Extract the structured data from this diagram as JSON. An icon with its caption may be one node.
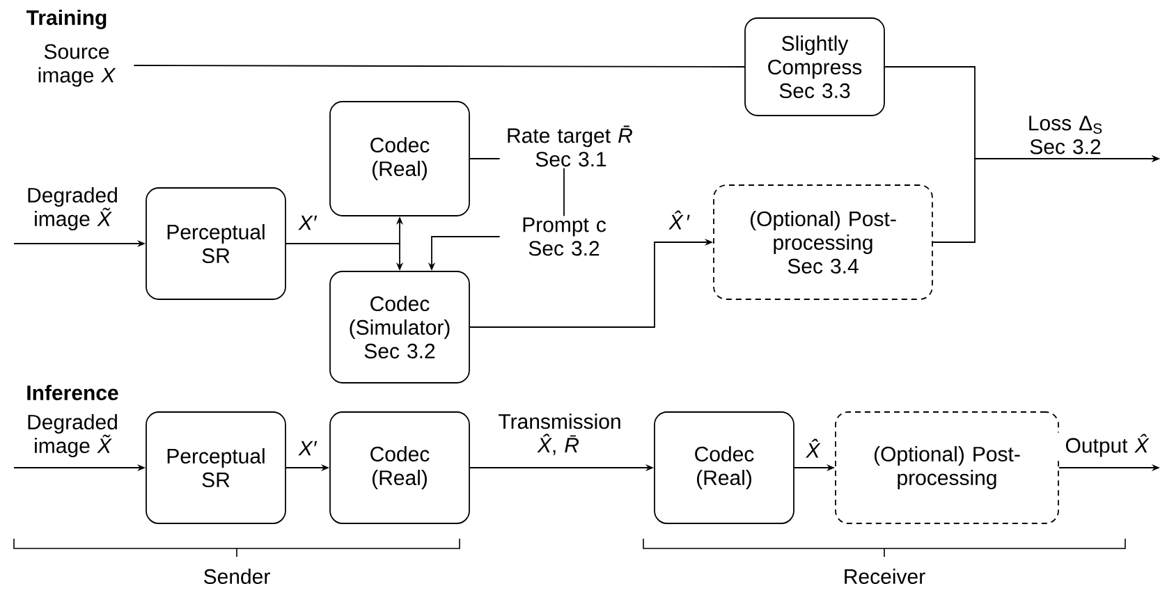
{
  "diagram": {
    "nodes": [
      {
        "text": [
          "Source image *X*"
        ]
      },
      {
        "text": [
          "Slightly Compress",
          "Sec 3.3"
        ]
      },
      {
        "text": [
          "Perceptual SR"
        ]
      },
      {
        "text": [
          "Codec (Real)"
        ]
      },
      {
        "text": [
          "Rate target *R̄*",
          "Sec 3.1"
        ]
      },
      {
        "text": [
          "Prompt c Sec 3.2"
        ]
      },
      {
        "text": [
          "Codec (Simulator)",
          "Sec 3.2"
        ]
      },
      {
        "text": [
          "(Optional) Post-processing",
          "Sec 3.4"
        ]
      },
      {
        "text": [
          "Perceptual SR"
        ]
      },
      {
        "text": [
          "Codec (Real)"
        ]
      },
      {
        "text": [
          "Codec (Real)"
        ]
      },
      {
        "text": [
          "(Optional) Post-processing"
        ]
      }
    ],
    "edges": [
      {
        "from": 0,
        "to": 1,
        "arrow": "none"
      },
      {
        "from": 1,
        "to": null,
        "arrow": "to",
        "label": "Loss Δ$_{S}$ Sec 3.2"
      },
      {
        "from": 7,
        "to": null,
        "arrow": "to"
      },
      {
        "from": null,
        "to": 2,
        "arrow": "to",
        "label": "Degraded image *X̃*"
      },
      {
        "from": 2,
        "to": 3,
        "arrow": "to",
        "label": "*X′*"
      },
      {
        "from": 2,
        "to": 6,
        "arrow": "to"
      },
      {
        "from": 3,
        "to": 4,
        "arrow": "none"
      },
      {
        "from": 4,
        "to": 5,
        "arrow": "none"
      },
      {
        "from": 5,
        "to": 6,
        "arrow": "to"
      },
      {
        "from": 6,
        "to": 7,
        "arrow": "to",
        "label": "*X̂*′"
      },
      {
        "from": null,
        "to": 8,
        "arrow": "to",
        "label": "Degraded image *X̃*"
      },
      {
        "from": 8,
        "to": 9,
        "arrow": "to",
        "label": "*X′*"
      },
      {
        "from": 9,
        "to": 10,
        "arrow": "to",
        "label": "Transmission *X̂*, *R̄*"
      },
      {
        "from": 10,
        "to": 11,
        "arrow": "to",
        "label": "*X̂*"
      },
      {
        "from": 11,
        "to": null,
        "arrow": "to",
        "label": "Output *X̂*"
      }
    ],
    "labels": [
      "Training",
      "Inference",
      "Sender",
      "Receiver"
    ]
  }
}
